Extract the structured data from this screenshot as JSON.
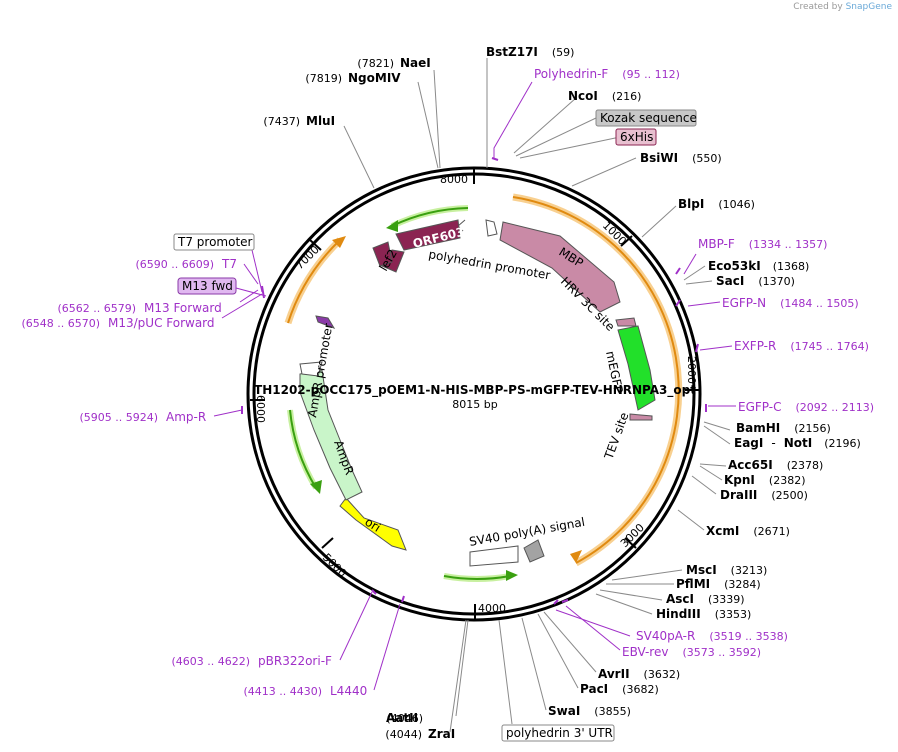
{
  "credit": {
    "prefix": "Created by",
    "brand": "SnapGene"
  },
  "plasmid": {
    "name": "TH1202-pOCC175_pOEM1-N-HIS-MBP-PS-mGFP-TEV-HNRNPA3_opt",
    "length": "8015 bp"
  },
  "ticks": [
    "1000",
    "2000",
    "3000",
    "4000",
    "5000",
    "6000",
    "7000",
    "8000"
  ],
  "features": [
    {
      "label": "ORF603",
      "color": "#8b2452"
    },
    {
      "label": "lef2",
      "color": "#8b2452"
    },
    {
      "label": "polyhedrin promoter",
      "color": "#ffffff"
    },
    {
      "label": "MBP",
      "color": "#c98aa6"
    },
    {
      "label": "HRV 3C site",
      "color": "#c98aa6"
    },
    {
      "label": "mEGFP",
      "color": "#22e02a"
    },
    {
      "label": "TEV site",
      "color": "#c98aa6"
    },
    {
      "label": "SV40 poly(A) signal",
      "color": "#a3a3a3"
    },
    {
      "label": "ori",
      "color": "#ffff00"
    },
    {
      "label": "AmpR",
      "color": "#c9f5c9"
    },
    {
      "label": "AmpR promoter",
      "color": "#ffffff"
    }
  ],
  "sites": [
    {
      "name": "BstZ17I",
      "pos": "(59)"
    },
    {
      "name": "NcoI",
      "pos": "(216)"
    },
    {
      "name": "BsiWI",
      "pos": "(550)"
    },
    {
      "name": "BlpI",
      "pos": "(1046)"
    },
    {
      "name": "Eco53kI",
      "pos": "(1368)"
    },
    {
      "name": "SacI",
      "pos": "(1370)"
    },
    {
      "name": "BamHI",
      "pos": "(2156)"
    },
    {
      "name": "EagI",
      "sep": "-",
      "name2": "NotI",
      "pos": "(2196)"
    },
    {
      "name": "Acc65I",
      "pos": "(2378)"
    },
    {
      "name": "KpnI",
      "pos": "(2382)"
    },
    {
      "name": "DraIII",
      "pos": "(2500)"
    },
    {
      "name": "XcmI",
      "pos": "(2671)"
    },
    {
      "name": "MscI",
      "pos": "(3213)"
    },
    {
      "name": "PflMI",
      "pos": "(3284)"
    },
    {
      "name": "AscI",
      "pos": "(3339)"
    },
    {
      "name": "HindIII",
      "pos": "(3353)"
    },
    {
      "name": "AvrII",
      "pos": "(3632)"
    },
    {
      "name": "PacI",
      "pos": "(3682)"
    },
    {
      "name": "SwaI",
      "pos": "(3855)"
    },
    {
      "name": "AatII",
      "pos": "(4046)"
    },
    {
      "name": "ZraI",
      "pos": "(4044)"
    },
    {
      "name": "MluI",
      "pos": "(7437)"
    },
    {
      "name": "NgoMIV",
      "pos": "(7819)"
    },
    {
      "name": "NaeI",
      "pos": "(7821)"
    }
  ],
  "primers": [
    {
      "name": "Polyhedrin-F",
      "pos": "(95 .. 112)"
    },
    {
      "name": "MBP-F",
      "pos": "(1334 .. 1357)"
    },
    {
      "name": "EGFP-N",
      "pos": "(1484 .. 1505)"
    },
    {
      "name": "EXFP-R",
      "pos": "(1745 .. 1764)"
    },
    {
      "name": "EGFP-C",
      "pos": "(2092 .. 2113)"
    },
    {
      "name": "SV40pA-R",
      "pos": "(3519 .. 3538)"
    },
    {
      "name": "EBV-rev",
      "pos": "(3573 .. 3592)"
    },
    {
      "name": "pBR322ori-F",
      "pos": "(4603 .. 4622)"
    },
    {
      "name": "L4440",
      "pos": "(4413 .. 4430)"
    },
    {
      "name": "Amp-R",
      "pos": "(5905 .. 5924)"
    },
    {
      "name": "M13/pUC Forward",
      "pos": "(6548 .. 6570)"
    },
    {
      "name": "M13 Forward",
      "pos": "(6562 .. 6579)"
    },
    {
      "name": "T7",
      "pos": "(6590 .. 6609)"
    }
  ],
  "boxes": [
    {
      "label": "Kozak sequence",
      "fill": "#c8c8c8",
      "stroke": "#888888"
    },
    {
      "label": "6xHis",
      "fill": "#e8c0d0",
      "stroke": "#8b2452"
    },
    {
      "label": "T7 promoter",
      "fill": "#ffffff",
      "stroke": "#888888"
    },
    {
      "label": "M13 fwd",
      "fill": "#e0b8f0",
      "stroke": "#8a3aa8"
    },
    {
      "label": "polyhedrin 3' UTR",
      "fill": "#ffffff",
      "stroke": "#888888"
    }
  ],
  "colors": {
    "primer": "#a030c8",
    "line": "#8a8a8a",
    "orfGlow": "#f8d090",
    "orfLine": "#e08a10",
    "greenArrow": "#3aa010"
  }
}
